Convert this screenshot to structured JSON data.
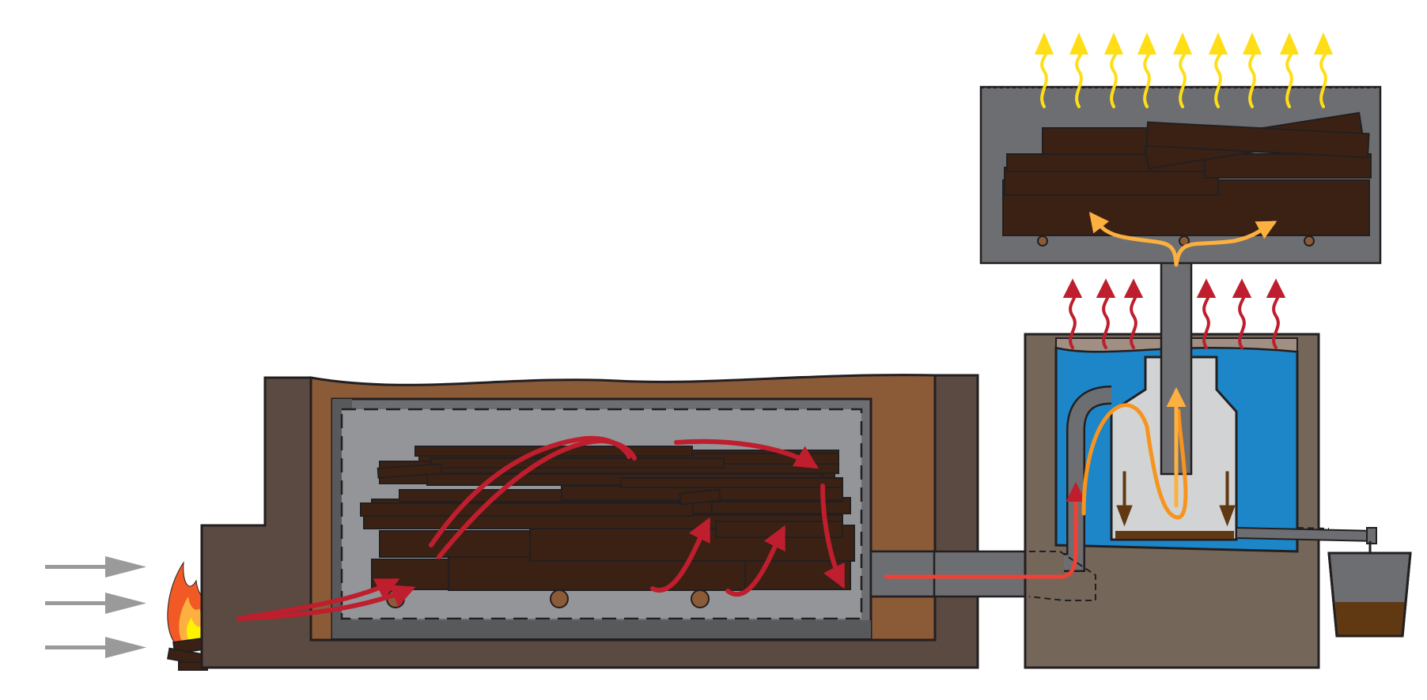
{
  "diagram": {
    "kind": "cross-section schematic",
    "text_labels": [],
    "components": [
      {
        "name": "intake-air-arrows",
        "count": 3
      },
      {
        "name": "fire-source"
      },
      {
        "name": "firebox-and-kiln-walls"
      },
      {
        "name": "earth-covering"
      },
      {
        "name": "kiln-chamber-with-wood-stack"
      },
      {
        "name": "flue-pipe"
      },
      {
        "name": "water-condenser-tank"
      },
      {
        "name": "condensate-drain-and-bucket"
      },
      {
        "name": "wood-drying-chamber"
      }
    ],
    "colors": {
      "wall": "#5a4a41",
      "earth": "#8b5a37",
      "chamber": "#939598",
      "wood": "#3a2114",
      "hot_gas": "#be1e2d",
      "condenser_gas": "#f7941d",
      "warm_air": "#fbb040",
      "vapor": "#ffde17",
      "water": "#1c86c9",
      "condenser_body": "#746759",
      "drying_chamber": "#6d6e71",
      "intake_air": "#9a9a9a",
      "tar": "#603913"
    }
  }
}
